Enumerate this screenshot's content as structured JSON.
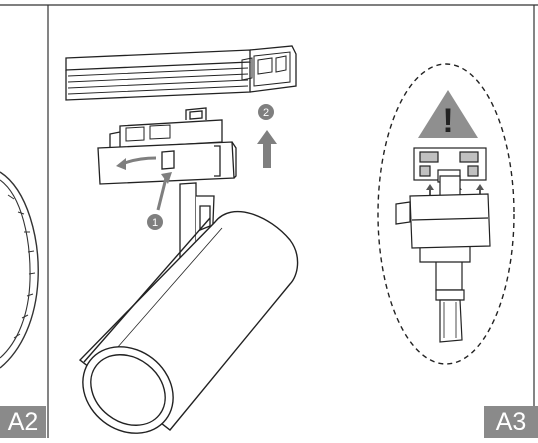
{
  "panels": [
    {
      "id": "A2",
      "label": "A2"
    },
    {
      "id": "A3",
      "label": "A3"
    }
  ],
  "callouts": [
    {
      "number": "1"
    },
    {
      "number": "2"
    }
  ],
  "warning": {
    "symbol": "!"
  },
  "colors": {
    "line": "#222222",
    "label_bg": "#8a8a8a",
    "callout": "#7f7f7f",
    "warning_triangle": "#8f8f8f"
  }
}
